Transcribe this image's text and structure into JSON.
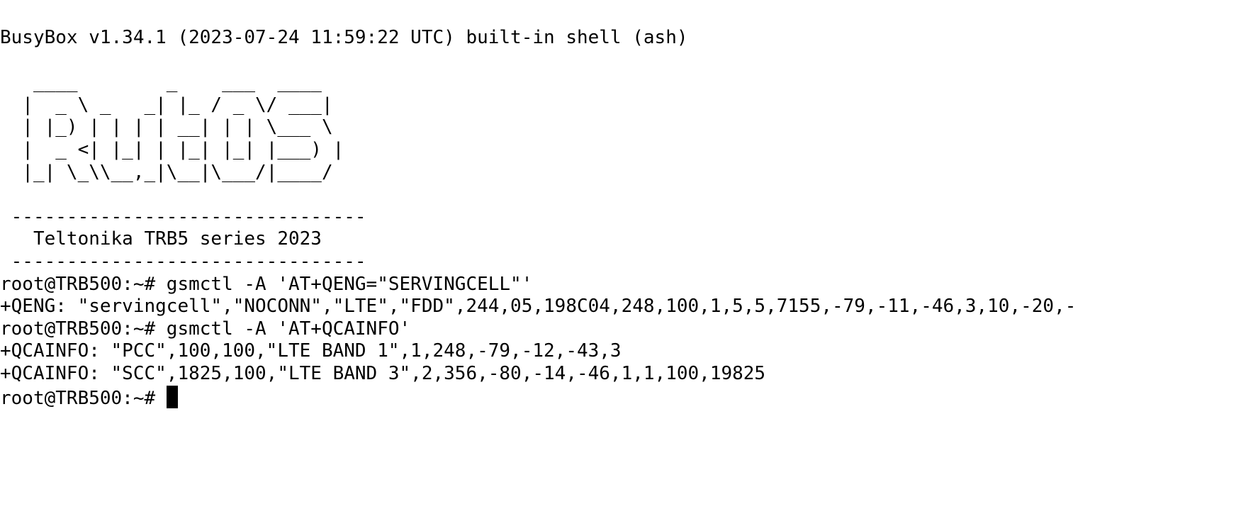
{
  "terminal": {
    "banner": "BusyBox v1.34.1 (2023-07-24 11:59:22 UTC) built-in shell (ash)",
    "logo": [
      "   ____        _    ___  ____",
      "  |  _ \\ _   _| |_ / _ \\/ ___|",
      "  | |_) | | | | __| | | \\___ \\",
      "  |  _ <| |_| | |_| |_| |___) |",
      "  |_| \\_\\\\__,_|\\__|\\___/|____/"
    ],
    "separator_top": " --------------------------------",
    "motd": "   Teltonika TRB5 series 2023",
    "separator_bottom": " --------------------------------",
    "session": [
      "root@TRB500:~# gsmctl -A 'AT+QENG=\"SERVINGCELL\"'",
      "+QENG: \"servingcell\",\"NOCONN\",\"LTE\",\"FDD\",244,05,198C04,248,100,1,5,5,7155,-79,-11,-46,3,10,-20,-",
      "root@TRB500:~# gsmctl -A 'AT+QCAINFO'",
      "+QCAINFO: \"PCC\",100,100,\"LTE BAND 1\",1,248,-79,-12,-43,3",
      "+QCAINFO: \"SCC\",1825,100,\"LTE BAND 3\",2,356,-80,-14,-46,1,1,100,19825"
    ],
    "prompt": "root@TRB500:~# "
  }
}
